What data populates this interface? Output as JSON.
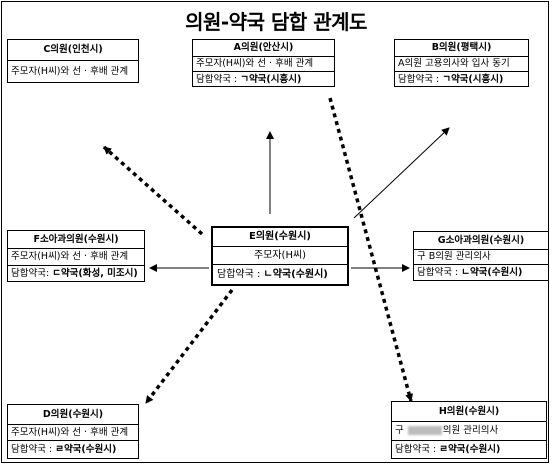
{
  "title": "의원-약국 담합 관계도",
  "nodes": {
    "c": {
      "name": "C의원(인천시)",
      "relation": "주모자(H씨)와 선 · 후배 관계",
      "pharmacy_label": "",
      "pharmacy": ""
    },
    "a": {
      "name": "A의원(안산시)",
      "relation": "주모자(H씨)와 선 · 후배 관계",
      "pharmacy_label": "담합약국 : ",
      "pharmacy": "ㄱ약국(시흥시)"
    },
    "b": {
      "name": "B의원(평택시)",
      "relation": "A의원 고용의사와 입사 동기",
      "pharmacy_label": "담합약국 : ",
      "pharmacy": "ㄱ약국(시흥시)"
    },
    "f": {
      "name": "F소아과의원(수원시)",
      "relation": "주모자(H씨)와 선 · 후배 관계",
      "pharmacy_label": "담합약국: ",
      "pharmacy": "ㄷ약국(화성, 미조시)"
    },
    "e": {
      "name": "E의원(수원시)",
      "relation": "주모자(H씨)",
      "pharmacy_label": "담합약국 : ",
      "pharmacy": "ㄴ약국(수원시)"
    },
    "g": {
      "name": "G소아과의원(수원시)",
      "relation": "구 B의원 관리의사",
      "pharmacy_label": "담합약국 : ",
      "pharmacy": "ㄴ약국(수원시)"
    },
    "d": {
      "name": "D의원(수원시)",
      "relation": "주모자(H씨)와 선 · 후배 관계",
      "pharmacy_label": "담합약국 : ",
      "pharmacy": "ㄹ약국(수원시)"
    },
    "h": {
      "name": "H의원(수원시)",
      "relation_prefix": "구 ",
      "relation_suffix": "의원 관리의사",
      "pharmacy_label": "담합약국 : ",
      "pharmacy": "ㄹ약국(수원시)"
    }
  },
  "colors": {
    "line": "#000000",
    "background": "#ffffff"
  }
}
